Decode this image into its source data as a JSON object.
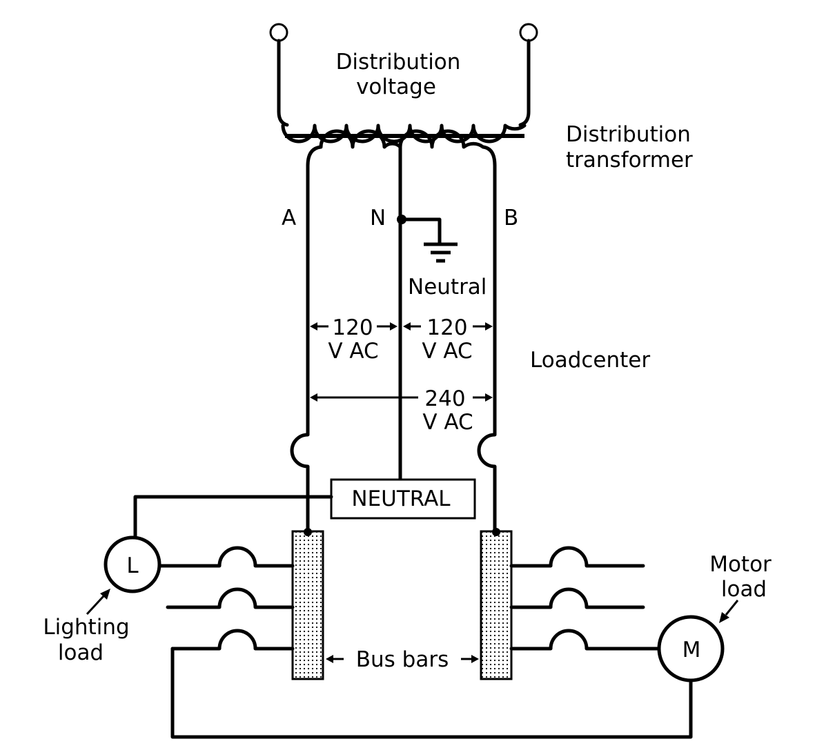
{
  "labels": {
    "distribution_voltage_line1": "Distribution",
    "distribution_voltage_line2": "voltage",
    "distribution_transformer_line1": "Distribution",
    "distribution_transformer_line2": "transformer",
    "leg_a": "A",
    "leg_n": "N",
    "leg_b": "B",
    "neutral": "Neutral",
    "v120_left_line1": "120",
    "v120_left_line2": "V AC",
    "v120_right_line1": "120",
    "v120_right_line2": "V AC",
    "v240_line1": "240",
    "v240_line2": "V AC",
    "loadcenter": "Loadcenter",
    "neutral_bar": "NEUTRAL",
    "lighting_symbol": "L",
    "lighting_load_line1": "Lighting",
    "lighting_load_line2": "load",
    "motor_symbol": "M",
    "motor_load_line1": "Motor",
    "motor_load_line2": "load",
    "bus_bars": "Bus bars"
  }
}
